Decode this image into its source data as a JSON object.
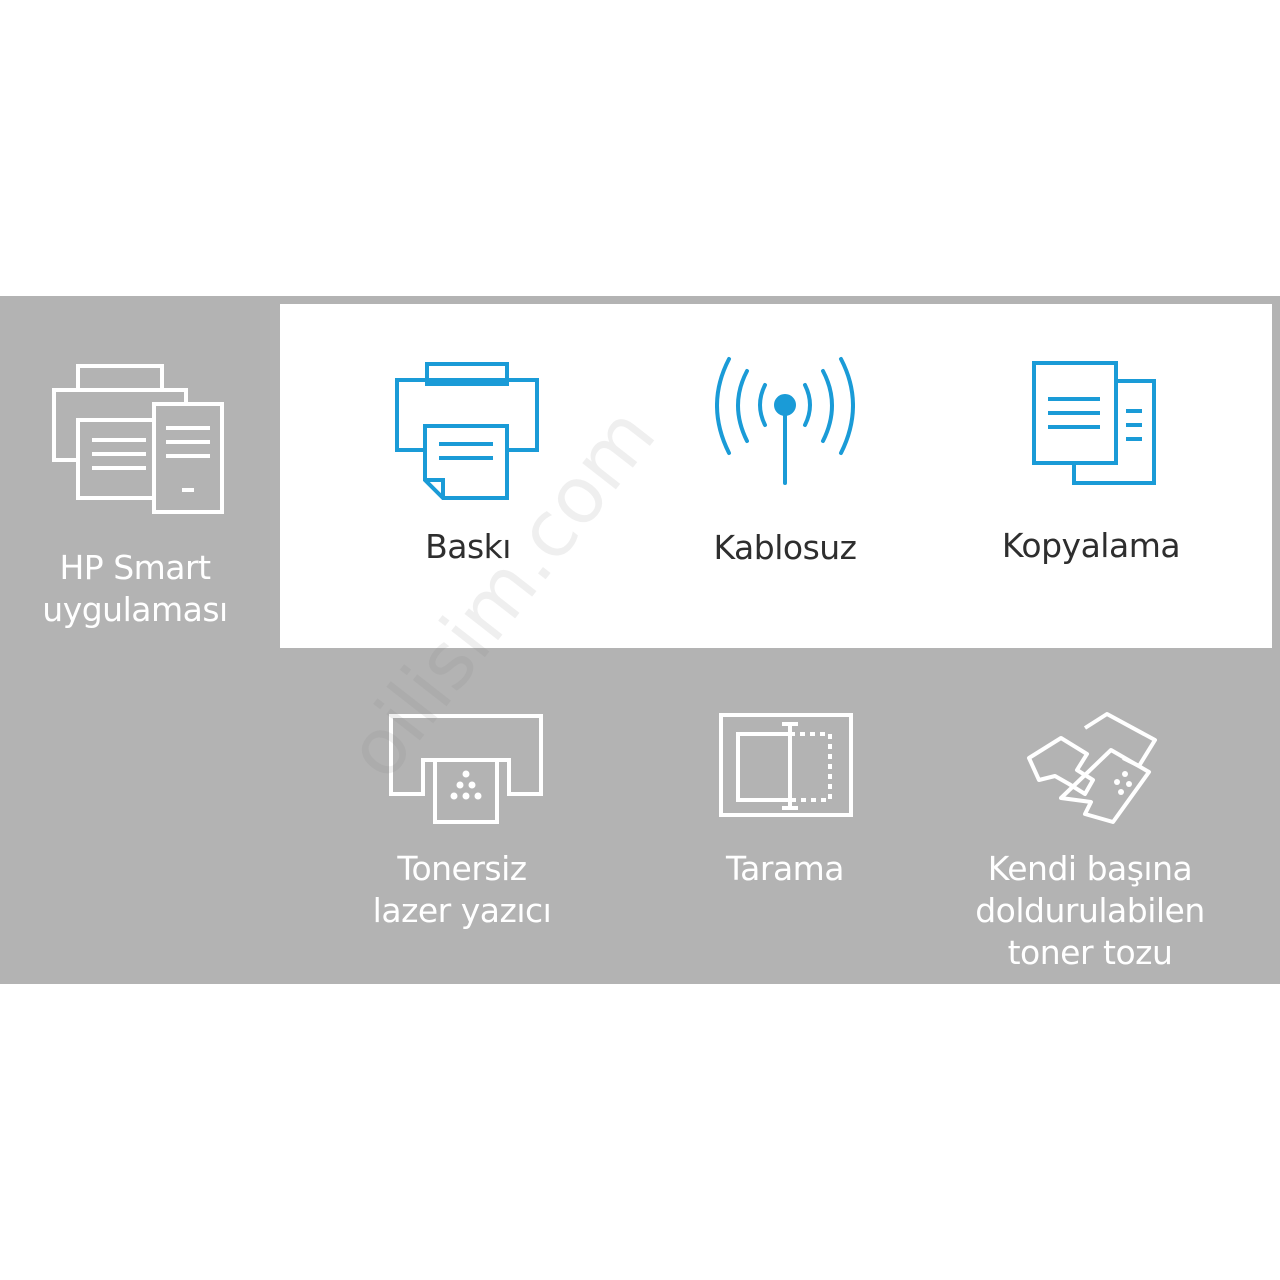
{
  "colors": {
    "panel_gray": "#b3b3b3",
    "accent_blue": "#1a9bd7",
    "icon_light": "#ffffff",
    "text_dark": "#2e2e2e"
  },
  "features": {
    "hp_smart": {
      "label_line1": "HP Smart",
      "label_line2": "uygulaması",
      "icon": "printer-and-tablet-icon"
    },
    "print": {
      "label": "Baskı",
      "icon": "printer-icon"
    },
    "wireless": {
      "label": "Kablosuz",
      "icon": "wireless-antenna-icon"
    },
    "copy": {
      "label": "Kopyalama",
      "icon": "copy-documents-icon"
    },
    "tonerless": {
      "label_line1": "Tonersiz",
      "label_line2": "lazer yazıcı",
      "icon": "toner-cartridge-icon"
    },
    "scan": {
      "label": "Tarama",
      "icon": "scanner-icon"
    },
    "refill": {
      "label_line1": "Kendi başına",
      "label_line2": "doldurulabilen",
      "label_line3": "toner tozu",
      "icon": "toner-refill-icon"
    }
  },
  "watermark": "oilisim.com"
}
